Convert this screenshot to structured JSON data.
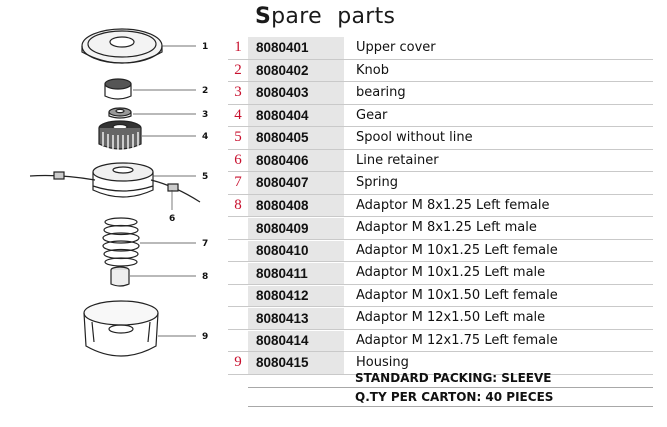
{
  "header": {
    "title_cap": "S",
    "title_rest": "pare  parts"
  },
  "parts": [
    {
      "num": "1",
      "code": "8080401",
      "desc": "Upper cover"
    },
    {
      "num": "2",
      "code": "8080402",
      "desc": "Knob"
    },
    {
      "num": "3",
      "code": "8080403",
      "desc": "bearing"
    },
    {
      "num": "4",
      "code": "8080404",
      "desc": "Gear"
    },
    {
      "num": "5",
      "code": "8080405",
      "desc": "Spool without line"
    },
    {
      "num": "6",
      "code": "8080406",
      "desc": "Line retainer"
    },
    {
      "num": "7",
      "code": "8080407",
      "desc": "Spring"
    },
    {
      "num": "8",
      "code": "8080408",
      "desc": "Adaptor M 8x1.25 Left female"
    },
    {
      "num": "",
      "code": "8080409",
      "desc": "Adaptor M 8x1.25 Left male"
    },
    {
      "num": "",
      "code": "8080410",
      "desc": "Adaptor M 10x1.25 Left female"
    },
    {
      "num": "",
      "code": "8080411",
      "desc": "Adaptor M 10x1.25 Left male"
    },
    {
      "num": "",
      "code": "8080412",
      "desc": "Adaptor M 10x1.50 Left female"
    },
    {
      "num": "",
      "code": "8080413",
      "desc": "Adaptor M 12x1.50 Left male"
    },
    {
      "num": "",
      "code": "8080414",
      "desc": "Adaptor M 12x1.75 Left female"
    },
    {
      "num": "9",
      "code": "8080415",
      "desc": "Housing"
    }
  ],
  "packing": {
    "line1": "STANDARD PACKING: SLEEVE",
    "line2": "Q.TY PER CARTON: 40 PIECES"
  },
  "diagram_labels": [
    "1",
    "2",
    "3",
    "4",
    "5",
    "6",
    "7",
    "8",
    "9"
  ]
}
